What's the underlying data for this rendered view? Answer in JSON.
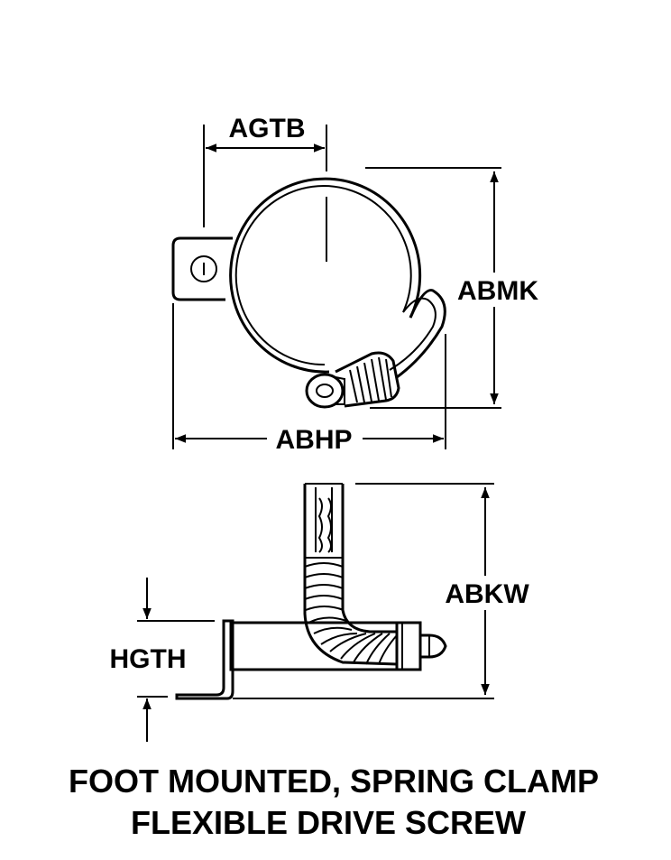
{
  "dimensions": {
    "agtb": "AGTB",
    "abmk": "ABMK",
    "abhp": "ABHP",
    "abkw": "ABKW",
    "hgth": "HGTH"
  },
  "caption": {
    "line1": "FOOT MOUNTED, SPRING CLAMP",
    "line2": "FLEXIBLE DRIVE SCREW"
  },
  "colors": {
    "ink": "#000000",
    "paper": "#ffffff"
  }
}
